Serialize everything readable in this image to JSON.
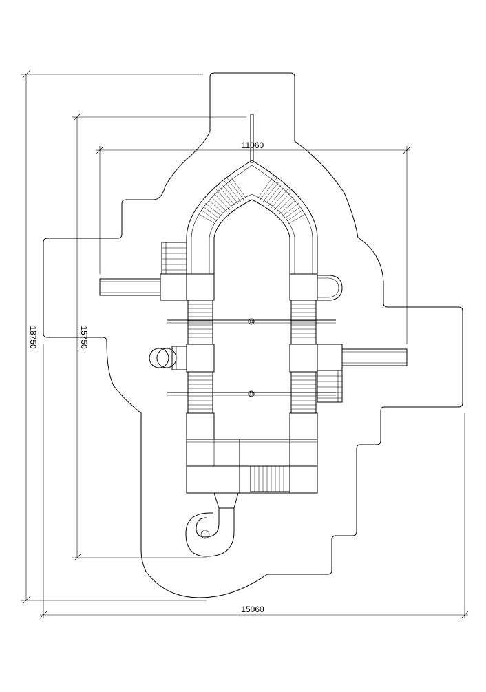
{
  "dimensions": {
    "overall_height": "18750",
    "inner_height": "15750",
    "top_width": "11060",
    "overall_width": "15060"
  },
  "colors": {
    "line": "#000000",
    "background": "#ffffff"
  }
}
